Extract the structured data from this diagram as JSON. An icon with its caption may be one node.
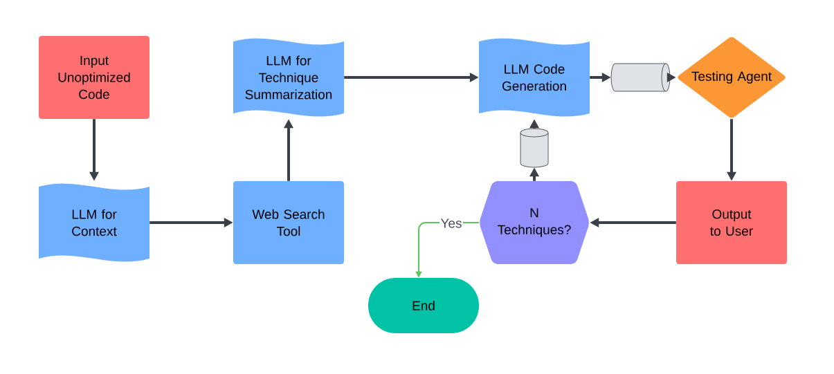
{
  "diagram": {
    "nodes": [
      {
        "text": [
          "Input Unoptimized Code"
        ]
      },
      {
        "text": [
          "LLM for Context"
        ]
      },
      {
        "text": [
          "Web Search Tool"
        ]
      },
      {
        "text": [
          "LLM for Technique Summarization"
        ]
      },
      {
        "text": [
          "LLM Code Generation"
        ]
      },
      {
        "text": [],
        "shape": "cylinder"
      },
      {
        "text": [
          "Testing Agent"
        ]
      },
      {
        "text": [
          "Output to User"
        ]
      },
      {
        "text": [
          "N Techniques?"
        ]
      },
      {
        "text": [],
        "shape": "cylinder"
      },
      {
        "text": [
          "End"
        ]
      }
    ],
    "edges": [
      {
        "from": 0,
        "to": 1,
        "arrow": "to"
      },
      {
        "from": 1,
        "to": 2,
        "arrow": "to"
      },
      {
        "from": 2,
        "to": 3,
        "arrow": "to"
      },
      {
        "from": 3,
        "to": 4,
        "arrow": "to"
      },
      {
        "from": 4,
        "to": 5,
        "arrow": "to"
      },
      {
        "from": 5,
        "to": 6,
        "arrow": "to"
      },
      {
        "from": 6,
        "to": 7,
        "arrow": "to"
      },
      {
        "from": 7,
        "to": 8,
        "arrow": "to"
      },
      {
        "from": 8,
        "to": 9,
        "arrow": "to"
      },
      {
        "from": 9,
        "to": 4,
        "arrow": "to"
      },
      {
        "from": 8,
        "to": 10,
        "arrow": "to",
        "label": "Yes",
        "color": "#5ac65c"
      }
    ]
  }
}
